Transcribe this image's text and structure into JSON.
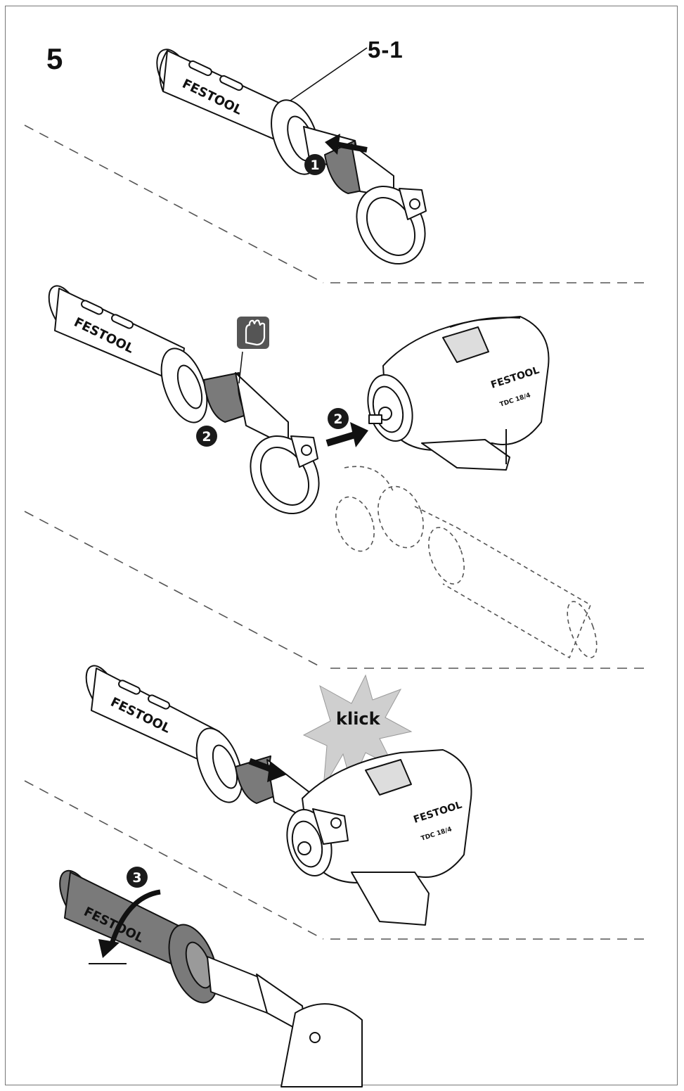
{
  "figure_number": "5",
  "part_label": "5-1",
  "brand_logo": "FESTOOL",
  "drill_model": "TDC 18/4",
  "sound_word": "klick",
  "steps": [
    {
      "number": "1"
    },
    {
      "number": "2"
    },
    {
      "number": "2"
    },
    {
      "number": "3"
    }
  ],
  "colors": {
    "ink": "#111111",
    "grip_gray": "#7a7a7a",
    "burst_gray": "#cfcfcf",
    "badge_dark": "#1a1a1a"
  }
}
